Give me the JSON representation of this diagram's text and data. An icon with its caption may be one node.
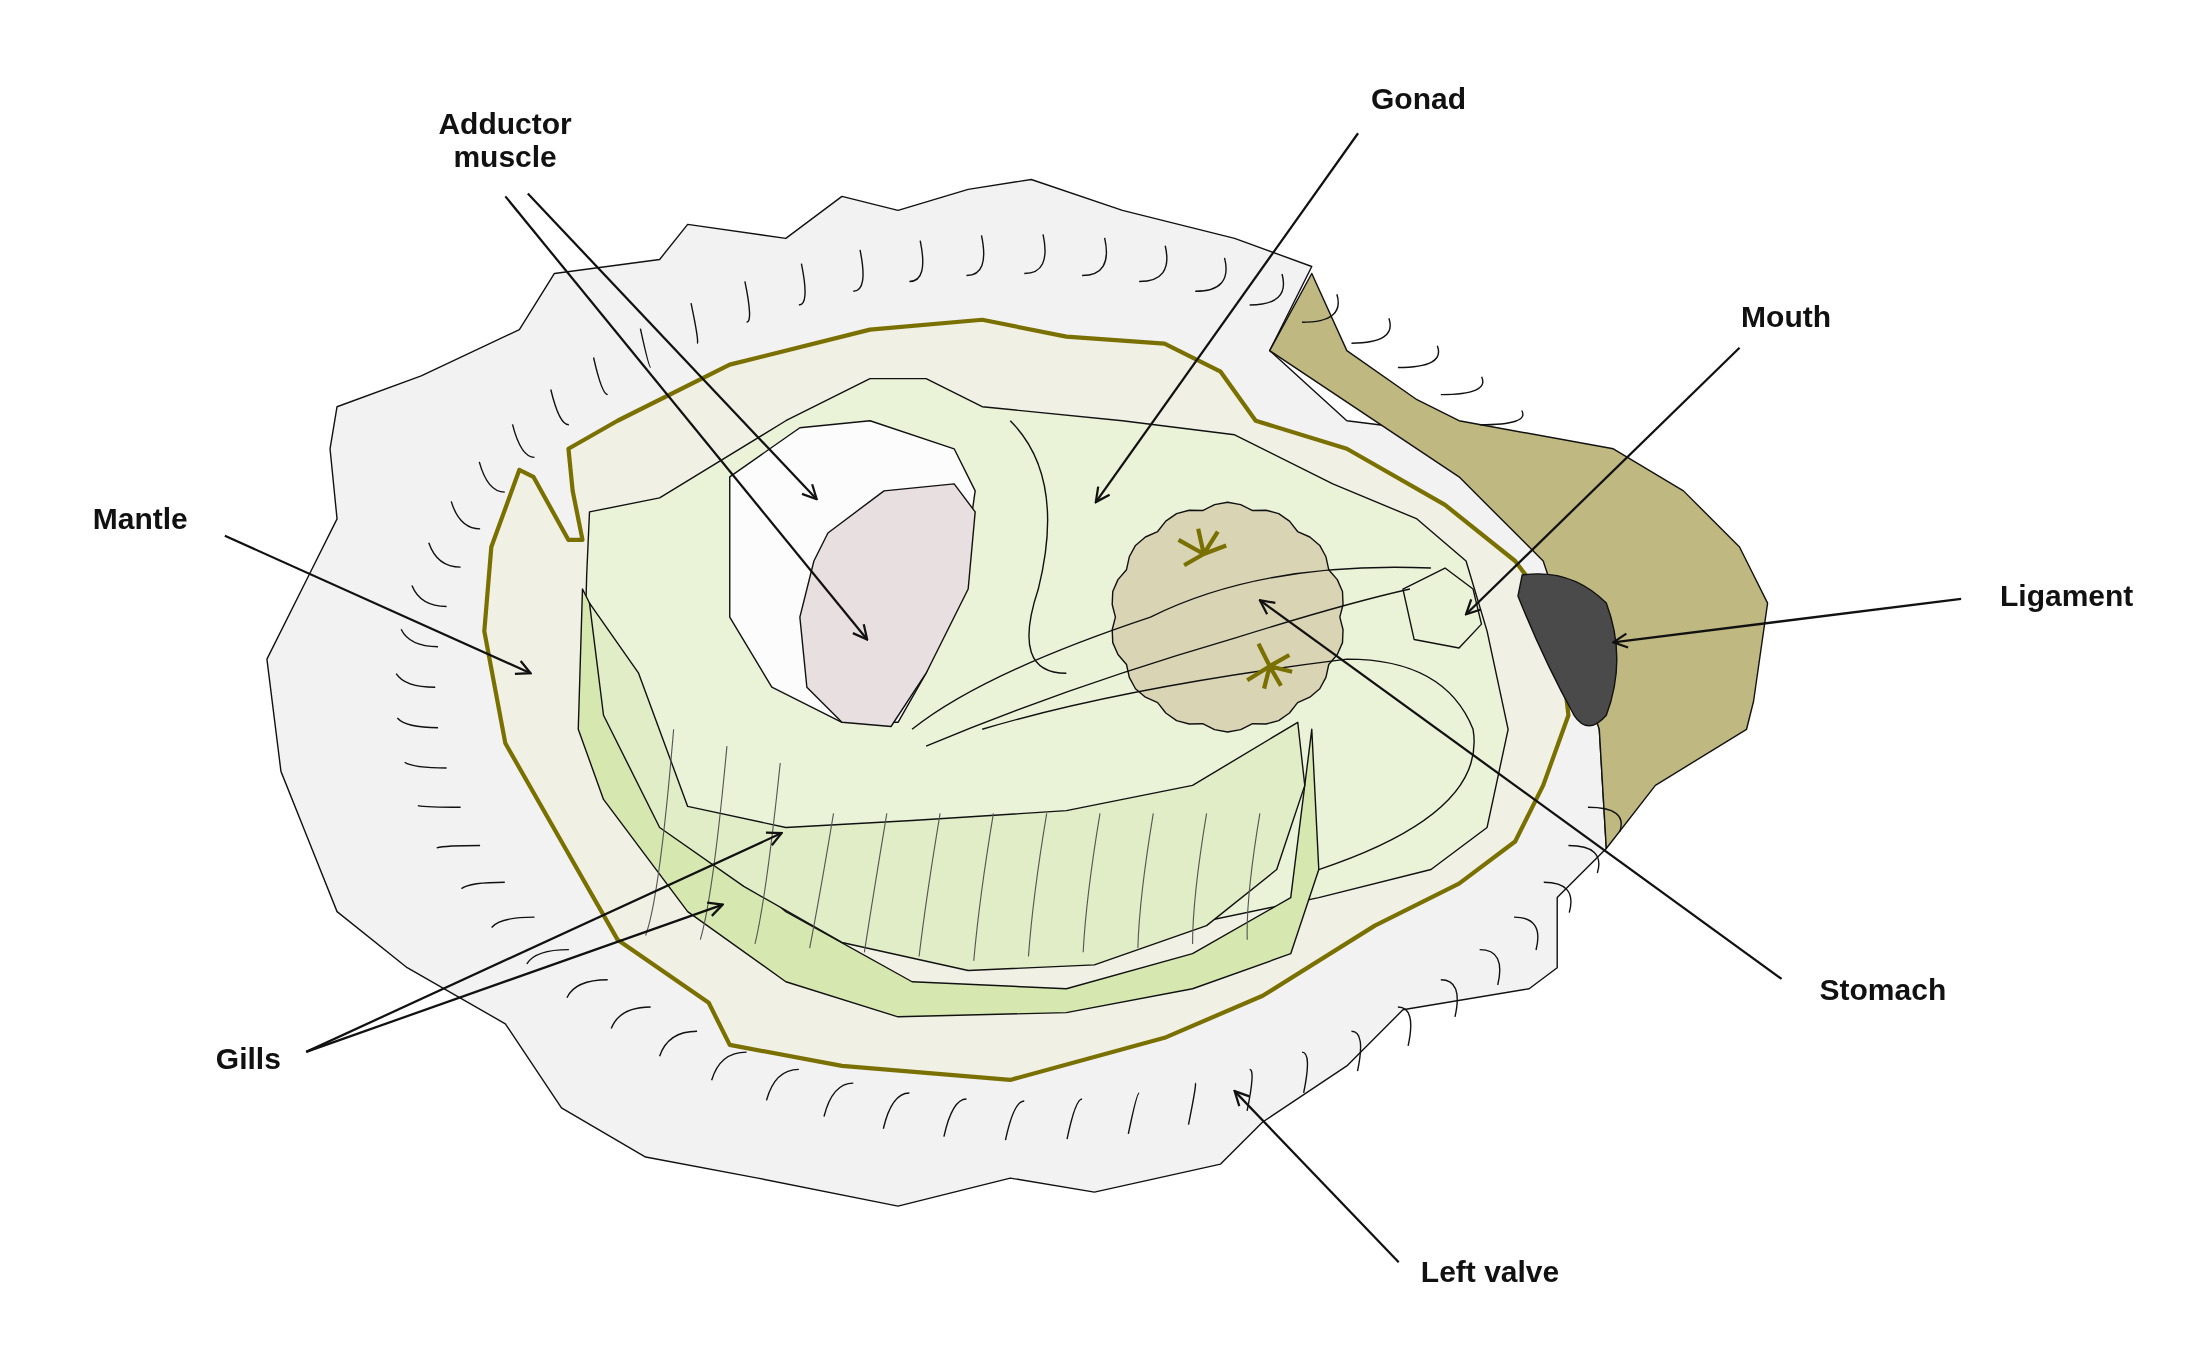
{
  "diagram": {
    "nodes": [
      {
        "text": [
          "Adductor muscle"
        ]
      },
      {
        "text": [
          "Gonad"
        ]
      },
      {
        "text": [
          "Mouth"
        ]
      },
      {
        "text": [
          "Mantle"
        ]
      },
      {
        "text": [
          "Ligament"
        ]
      },
      {
        "text": [
          "Gills"
        ]
      },
      {
        "text": [
          "Stomach"
        ]
      },
      {
        "text": [
          "Left valve"
        ]
      }
    ],
    "edges": [
      {
        "from": 0,
        "to": null,
        "arrow": "to"
      },
      {
        "from": 0,
        "to": null,
        "arrow": "to"
      },
      {
        "from": 1,
        "to": null,
        "arrow": "to"
      },
      {
        "from": 2,
        "to": null,
        "arrow": "to"
      },
      {
        "from": 3,
        "to": null,
        "arrow": "to"
      },
      {
        "from": 4,
        "to": null,
        "arrow": "to"
      },
      {
        "from": 5,
        "to": null,
        "arrow": "to"
      },
      {
        "from": 5,
        "to": null,
        "arrow": "to"
      },
      {
        "from": 6,
        "to": null,
        "arrow": "to"
      },
      {
        "from": 7,
        "to": null,
        "arrow": "to"
      }
    ]
  }
}
